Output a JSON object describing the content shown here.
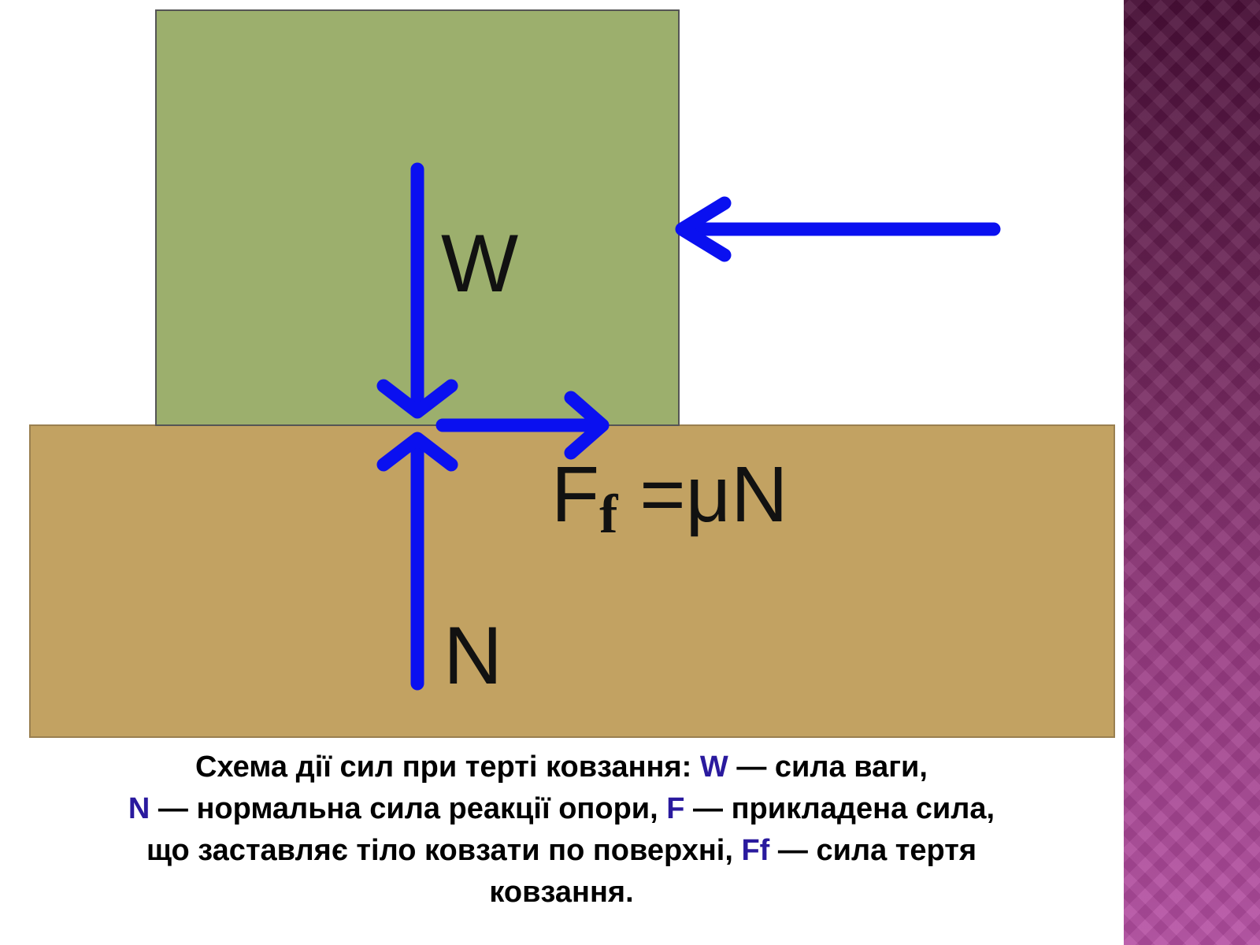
{
  "diagram": {
    "label_weight": "W",
    "label_normal": "N",
    "friction_formula_main": "F",
    "friction_formula_sub": "f",
    "friction_formula_rest": " =μN",
    "colors": {
      "block": "#9caf6d",
      "ground": "#c2a262",
      "arrows": "#0a10f0",
      "caption_symbols": "#2a1a9e",
      "side_band_top": "#4a0f38",
      "side_band_bottom": "#b54fa3"
    }
  },
  "caption": {
    "line1_text": "Схема дії сил при терті ковзання: ",
    "line1_sym": "W",
    "line1_rest": " — сила ваги,",
    "line2_sym1": "N",
    "line2_text1": " — нормальна сила реакції опори, ",
    "line2_sym2": "F",
    "line2_text2": " — прикладена сила,",
    "line3_text": "що заставляє тіло ковзати по поверхні, ",
    "line3_sym": "Ff",
    "line3_rest": " — сила тертя",
    "line4_text": "ковзання."
  }
}
